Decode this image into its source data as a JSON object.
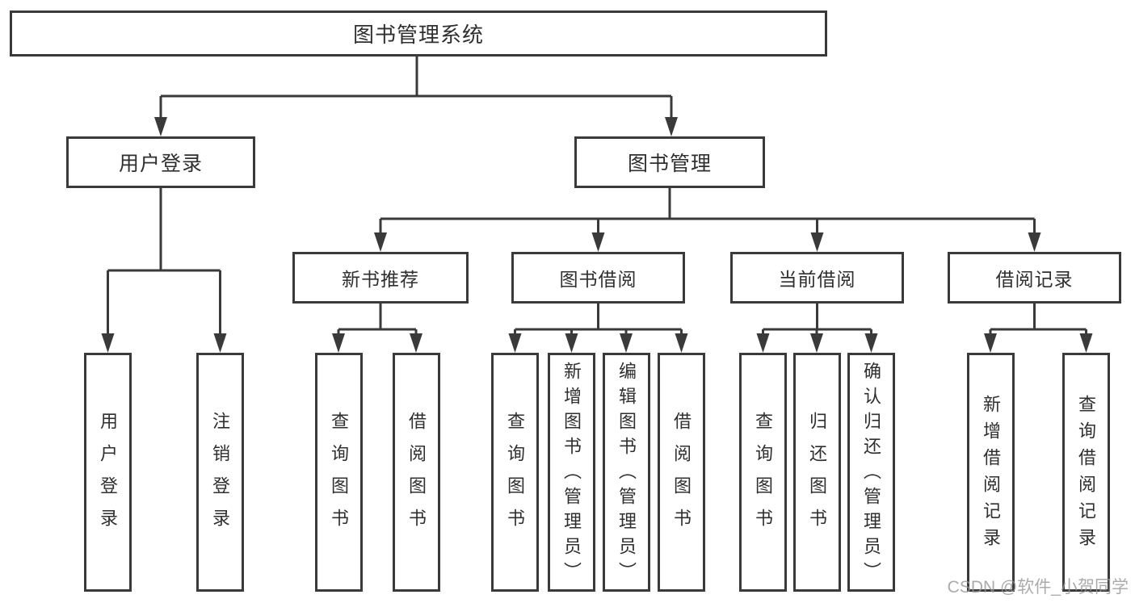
{
  "tree": {
    "root": {
      "label": "图书管理系统",
      "children": [
        {
          "label": "用户登录",
          "children": [
            {
              "label": "用户登录"
            },
            {
              "label": "注销登录"
            }
          ]
        },
        {
          "label": "图书管理",
          "children": [
            {
              "label": "新书推荐",
              "children": [
                {
                  "label": "查询图书"
                },
                {
                  "label": "借阅图书"
                }
              ]
            },
            {
              "label": "图书借阅",
              "children": [
                {
                  "label": "查询图书"
                },
                {
                  "label": "新增图书（管理员）"
                },
                {
                  "label": "编辑图书（管理员）"
                },
                {
                  "label": "借阅图书"
                }
              ]
            },
            {
              "label": "当前借阅",
              "children": [
                {
                  "label": "查询图书"
                },
                {
                  "label": "归还图书"
                },
                {
                  "label": "确认归还（管理员）"
                }
              ]
            },
            {
              "label": "借阅记录",
              "children": [
                {
                  "label": "新增借阅记录"
                },
                {
                  "label": "查询借阅记录"
                }
              ]
            }
          ]
        }
      ]
    }
  },
  "watermark": {
    "text": "CSDN @软件_小贺同学"
  },
  "colors": {
    "background": "#ffffff",
    "line": "#3a3a3a",
    "box_border": "#3a3a3a",
    "box_fill": "#ffffff",
    "text": "#2f2f2f",
    "watermark": "#969696"
  }
}
